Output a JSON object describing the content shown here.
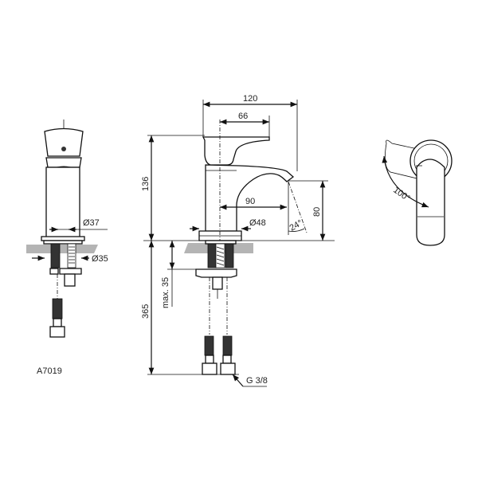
{
  "drawing": {
    "model_code": "A7019",
    "dimensions": {
      "overall_width": "120",
      "handle_width": "66",
      "height": "136",
      "spout_reach": "90",
      "spout_height": "80",
      "base_diameter": "Ø48",
      "spout_angle": "24°",
      "body_diameter": "Ø37",
      "hole_diameter": "Ø35",
      "hose_length": "365",
      "max_deck_thickness": "max. 35",
      "thread": "G 3/8",
      "handle_rotation": "100°"
    },
    "colors": {
      "line": "#111111",
      "sink_section": "#b4b4b4"
    }
  }
}
